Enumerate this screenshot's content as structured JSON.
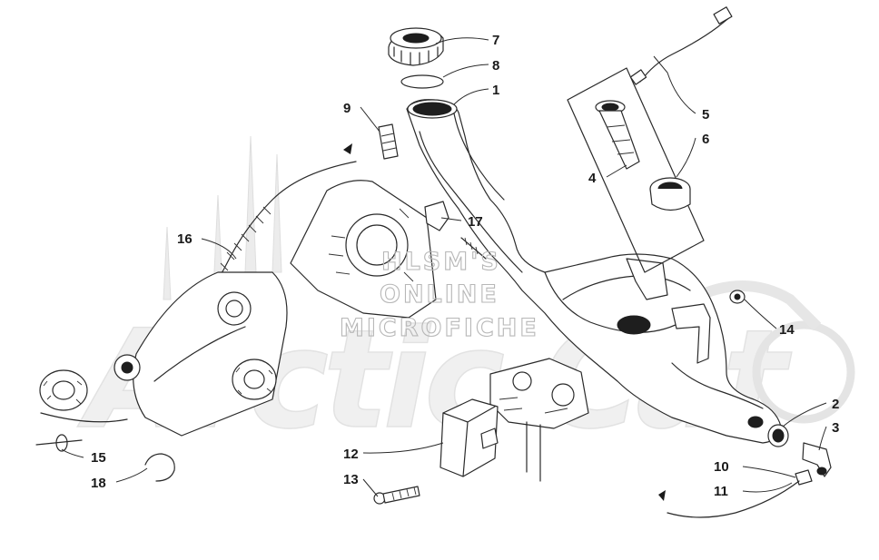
{
  "watermark": {
    "line1": "HLSM'S",
    "line2": "ONLINE",
    "line3": "MICROFICHE",
    "brand": "Arctic Cat"
  },
  "callouts": [
    {
      "id": "c1",
      "label": "1"
    },
    {
      "id": "c2",
      "label": "2"
    },
    {
      "id": "c3",
      "label": "3"
    },
    {
      "id": "c4",
      "label": "4"
    },
    {
      "id": "c5",
      "label": "5"
    },
    {
      "id": "c6",
      "label": "6"
    },
    {
      "id": "c7",
      "label": "7"
    },
    {
      "id": "c8",
      "label": "8"
    },
    {
      "id": "c9",
      "label": "9"
    },
    {
      "id": "c10",
      "label": "10"
    },
    {
      "id": "c11",
      "label": "11"
    },
    {
      "id": "c12",
      "label": "12"
    },
    {
      "id": "c13",
      "label": "13"
    },
    {
      "id": "c14",
      "label": "14"
    },
    {
      "id": "c15",
      "label": "15"
    },
    {
      "id": "c16",
      "label": "16"
    },
    {
      "id": "c17",
      "label": "17"
    },
    {
      "id": "c18",
      "label": "18"
    }
  ],
  "colors": {
    "ink": "#2a2a2a",
    "watermark": "#b7b7b7",
    "background": "#ffffff"
  }
}
